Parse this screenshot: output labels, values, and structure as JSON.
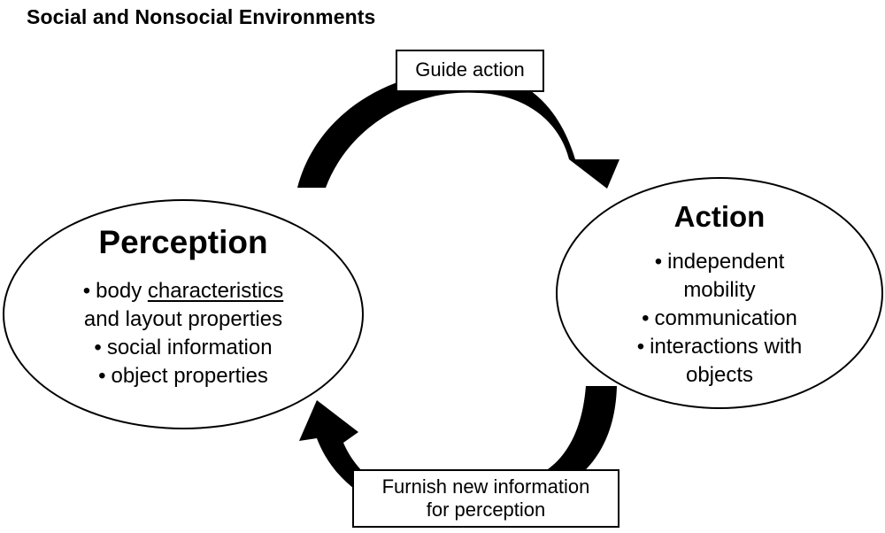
{
  "title": "Social and Nonsocial Environments",
  "perception": {
    "title": "Perception",
    "items": [
      {
        "pre": "body ",
        "underlined": "characteristics",
        "line2": "and layout properties"
      },
      {
        "text": "social information"
      },
      {
        "text": "object properties"
      }
    ]
  },
  "action": {
    "title": "Action",
    "items": [
      {
        "line1": "independent",
        "line2": "mobility"
      },
      {
        "text": "communication"
      },
      {
        "line1": "interactions with",
        "line2": "objects"
      }
    ]
  },
  "arrows": {
    "top": {
      "label": "Guide action"
    },
    "bottom": {
      "label_line1": "Furnish new information",
      "label_line2": "for perception"
    }
  },
  "colors": {
    "arrow": "#000000",
    "background": "#ffffff"
  }
}
